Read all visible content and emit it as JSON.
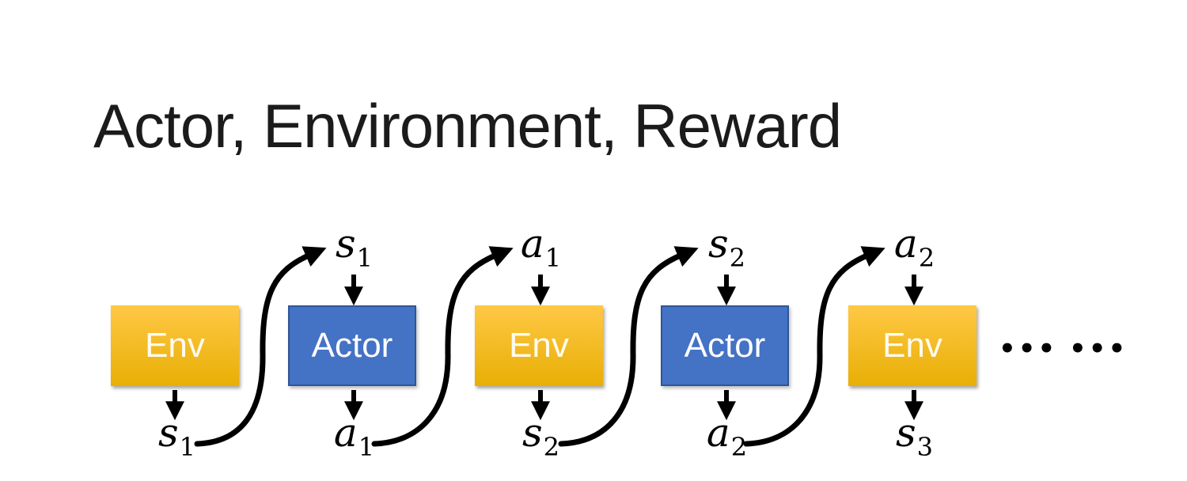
{
  "title": "Actor, Environment, Reward",
  "diagram": {
    "nodes": [
      {
        "label": "Env",
        "type": "env",
        "bottom": {
          "base": "s",
          "sub": "1"
        }
      },
      {
        "label": "Actor",
        "type": "actor",
        "top": {
          "base": "s",
          "sub": "1"
        },
        "bottom": {
          "base": "a",
          "sub": "1"
        }
      },
      {
        "label": "Env",
        "type": "env",
        "top": {
          "base": "a",
          "sub": "1"
        },
        "bottom": {
          "base": "s",
          "sub": "2"
        }
      },
      {
        "label": "Actor",
        "type": "actor",
        "top": {
          "base": "s",
          "sub": "2"
        },
        "bottom": {
          "base": "a",
          "sub": "2"
        }
      },
      {
        "label": "Env",
        "type": "env",
        "top": {
          "base": "a",
          "sub": "2"
        },
        "bottom": {
          "base": "s",
          "sub": "3"
        }
      }
    ],
    "ellipsis": "••• •••"
  },
  "colors": {
    "background": "#FFFFFF",
    "title": "#1B1B1B",
    "arrow": "#000000",
    "env_top": "#FFC845",
    "env_bottom": "#E8AF05",
    "actor_fill": "#4472C4",
    "actor_border": "#2F5597",
    "box_text": "#FFFFFF"
  }
}
